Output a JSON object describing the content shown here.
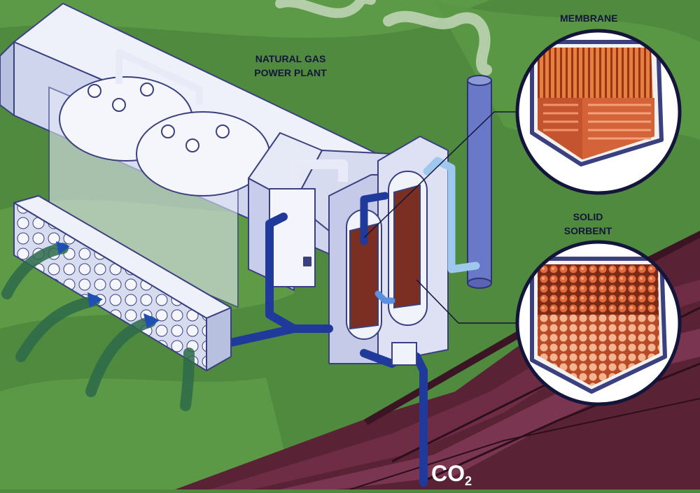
{
  "labels": {
    "power_plant": [
      "NATURAL GAS",
      "POWER PLANT"
    ],
    "membrane": "MEMBRANE",
    "solid_sorbent": [
      "SOLID",
      "SORBENT"
    ],
    "co2": {
      "main": "CO",
      "subscript": "2"
    }
  },
  "colors": {
    "grass": "#4f8a3e",
    "grass_light": "#6aa24c",
    "building": "#dfe3f4",
    "building_edge": "#3a4080",
    "pipe": "#1f3a9a",
    "pipe_light": "#9fc8ef",
    "rust": "#c6512b",
    "rock": "#5a2235",
    "label": "#14153a"
  }
}
